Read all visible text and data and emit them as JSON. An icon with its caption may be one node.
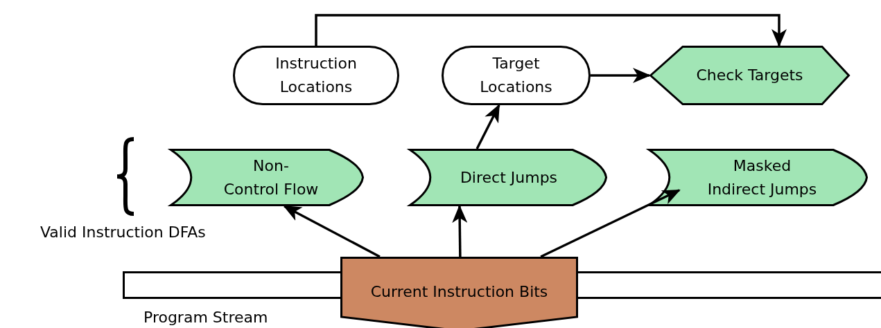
{
  "diagram": {
    "nodes": [
      {
        "text": [
          "Instruction Locations"
        ]
      },
      {
        "text": [
          "Target Locations"
        ]
      },
      {
        "text": [
          "Check Targets"
        ]
      },
      {
        "text": [
          "Non- Control Flow"
        ]
      },
      {
        "text": [
          "Direct Jumps"
        ]
      },
      {
        "text": [
          "Masked Indirect Jumps"
        ]
      },
      {
        "text": [
          "Current Instruction Bits"
        ]
      },
      {
        "text": [],
        "shape": "bar",
        "beside": [
          "Program Stream"
        ]
      }
    ],
    "edges": [
      {
        "from": 0,
        "to": 2,
        "arrow": "to"
      },
      {
        "from": 1,
        "to": 2,
        "arrow": "to"
      },
      {
        "from": 4,
        "to": 1,
        "arrow": "to"
      },
      {
        "from": 6,
        "to": 3,
        "arrow": "to"
      },
      {
        "from": 6,
        "to": 4,
        "arrow": "to"
      },
      {
        "from": 6,
        "to": 5,
        "arrow": "to"
      }
    ],
    "labels": [
      "Valid Instruction DFAs"
    ]
  }
}
